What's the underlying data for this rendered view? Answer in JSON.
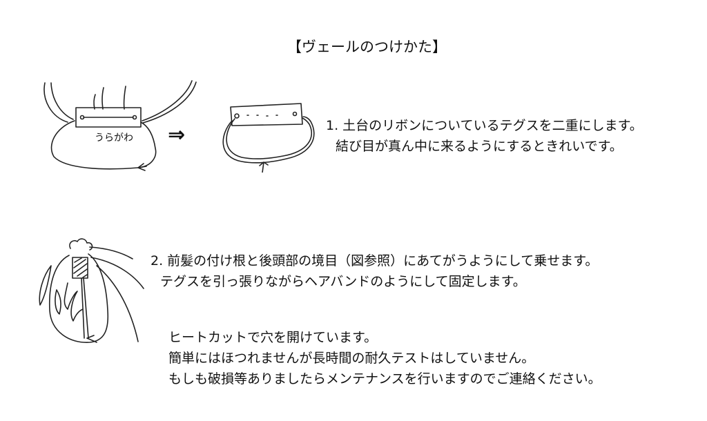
{
  "title": "【ヴェールのつけかた】",
  "figure1": {
    "label": "うらがわ",
    "arrow": "⇒"
  },
  "step1": {
    "line1": "1. 土台のリボンについているテグスを二重にします。",
    "line2": "結び目が真ん中に来るようにするときれいです。"
  },
  "step2": {
    "line1": "2. 前髪の付け根と後頭部の境目（図参照）にあてがうようにして乗せます。",
    "line2": "テグスを引っ張りながらヘアバンドのようにして固定します。"
  },
  "notes": {
    "line1": "ヒートカットで穴を開けています。",
    "line2": "簡単にはほつれませんが長時間の耐久テストはしていません。",
    "line3": "もしも破損等ありましたらメンテナンスを行いますのでご連絡ください。"
  }
}
